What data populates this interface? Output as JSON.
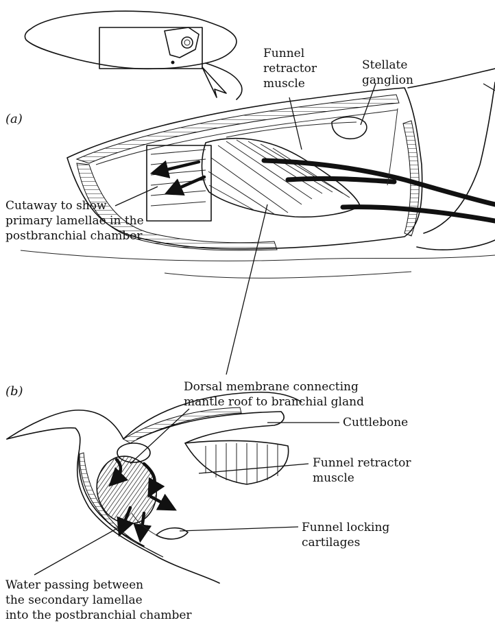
{
  "panels": {
    "a": "(a)",
    "b": "(b)"
  },
  "labels": {
    "funnel_retractor_a": [
      "Funnel",
      "retractor",
      "muscle"
    ],
    "stellate_ganglion": [
      "Stellate",
      "ganglion"
    ],
    "cutaway": [
      "Cutaway to show",
      "primary lamellae in the",
      "postbranchial chamber"
    ],
    "dorsal_membrane": [
      "Dorsal membrane connecting",
      "mantle roof to branchial gland"
    ],
    "cuttlebone": [
      "Cuttlebone"
    ],
    "funnel_retractor_b": [
      "Funnel retractor",
      "muscle"
    ],
    "funnel_locking": [
      "Funnel locking",
      "cartilages"
    ],
    "water_passing": [
      "Water passing between",
      "the secondary lamellae",
      "into the postbranchial chamber"
    ]
  }
}
